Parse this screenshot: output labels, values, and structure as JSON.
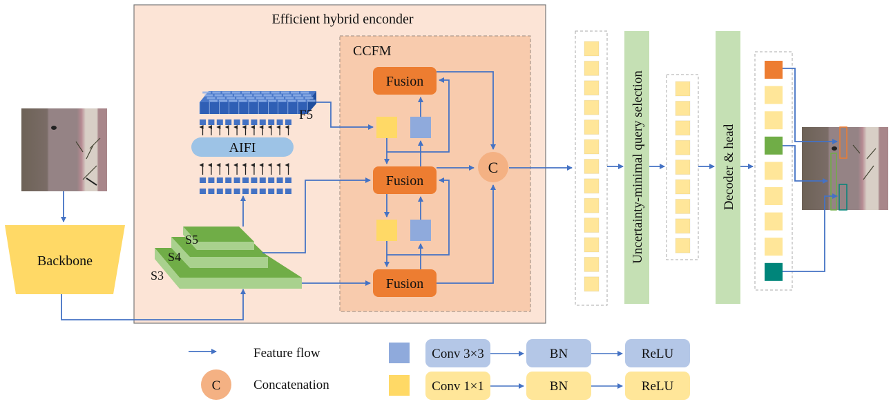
{
  "encoder": {
    "title": "Efficient hybrid enconder",
    "ccfm_label": "CCFM",
    "aifi_label": "AIFI",
    "f5_label": "F5",
    "scale_labels": [
      "S5",
      "S4",
      "S3"
    ],
    "fusion_label": "Fusion",
    "concat_label": "C"
  },
  "backbone": {
    "label": "Backbone"
  },
  "query_selection": {
    "label": "Uncertainty-minimal query selection",
    "input_tokens": 13,
    "output_tokens": 9
  },
  "decoder": {
    "label": "Decoder & head",
    "output_tokens": 9
  },
  "output_queries": [
    {
      "color": "#ed7d31",
      "has_box": true
    },
    {
      "color": "#ffe699",
      "has_box": false
    },
    {
      "color": "#ffe699",
      "has_box": false
    },
    {
      "color": "#70ad47",
      "has_box": true
    },
    {
      "color": "#ffe699",
      "has_box": false
    },
    {
      "color": "#ffe699",
      "has_box": false
    },
    {
      "color": "#ffe699",
      "has_box": false
    },
    {
      "color": "#ffe699",
      "has_box": false
    },
    {
      "color": "#00857a",
      "has_box": true
    }
  ],
  "legend": {
    "feature_flow": "Feature flow",
    "concatenation": "Concatenation",
    "concat_symbol": "C",
    "conv3_row": [
      "Conv 3×3",
      "BN",
      "ReLU"
    ],
    "conv1_row": [
      "Conv 1×1",
      "BN",
      "ReLU"
    ]
  },
  "colors": {
    "arrow": "#4472c4",
    "fusion": "#ed7d31",
    "encoder_bg": "#fce4d6",
    "ccfm_bg": "#f8cbad",
    "yellow_block": "#ffd966",
    "blue_block": "#8faadc",
    "token": "#ffe699",
    "green_bar": "#c5e0b4",
    "concat": "#f4b183"
  }
}
